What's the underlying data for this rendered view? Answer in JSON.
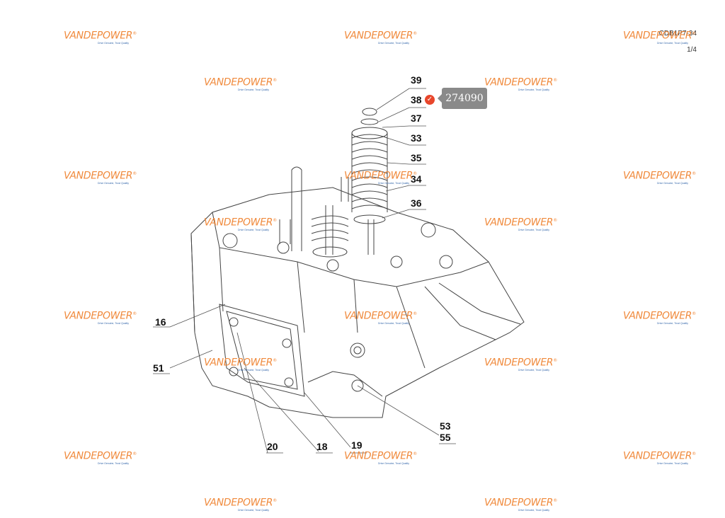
{
  "header": {
    "code": "CDB1P7-34",
    "page": "1/4"
  },
  "watermark": {
    "brand": "VANDEPOWER",
    "mark": "®",
    "tagline": "Drive Genuine, Trust Quality"
  },
  "tooltip": {
    "value": "274090",
    "status_icon": "check-circle-icon"
  },
  "colors": {
    "brand": "#f08a3c",
    "tag": "#3366aa",
    "tooltip_bg": "#8a8a8a",
    "check": "#e8462b"
  },
  "callouts": [
    "39",
    "38",
    "37",
    "33",
    "35",
    "34",
    "36",
    "16",
    "51",
    "20",
    "18",
    "19",
    "53",
    "55"
  ]
}
